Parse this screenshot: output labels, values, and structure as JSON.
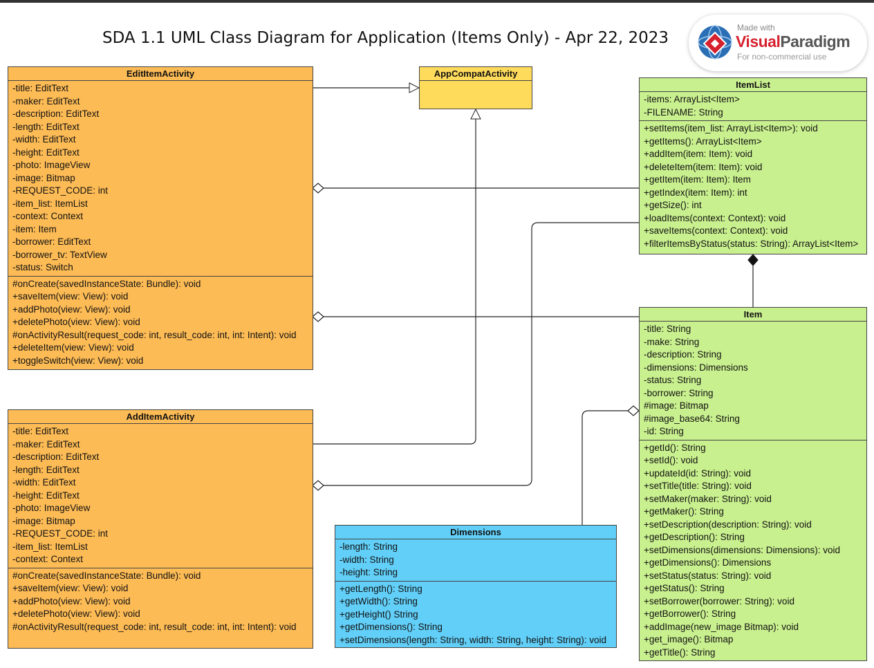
{
  "title": "SDA 1.1 UML Class Diagram for Application (Items Only) - Apr 22, 2023",
  "watermark": {
    "made_with": "Made with",
    "brand_visual": "Visual",
    "brand_paradigm": "Paradigm",
    "note": "For non-commercial use"
  },
  "colors": {
    "orange": "#fdbb55",
    "yellow": "#ffdb5c",
    "green": "#c9f08f",
    "blue": "#62cff8"
  },
  "classes": {
    "edit": {
      "name": "EditItemActivity",
      "attributes": [
        "-title: EditText",
        "-maker: EditText",
        "-description: EditText",
        "-length: EditText",
        "-width: EditText",
        "-height: EditText",
        "-photo: ImageView",
        "-image: Bitmap",
        "-REQUEST_CODE: int",
        "-item_list: ItemList",
        "-context: Context",
        "-item: Item",
        "-borrower: EditText",
        "-borrower_tv: TextView",
        "-status: Switch"
      ],
      "operations": [
        "#onCreate(savedInstanceState: Bundle): void",
        "+saveItem(view: View): void",
        "+addPhoto(view: View): void",
        "+deletePhoto(view: View): void",
        "#onActivityResult(request_code: int, result_code: int, int: Intent): void",
        "+deleteItem(view: View): void",
        "+toggleSwitch(view: View): void"
      ]
    },
    "appcompat": {
      "name": "AppCompatActivity"
    },
    "itemlist": {
      "name": "ItemList",
      "attributes": [
        "-items: ArrayList<Item>",
        "-FILENAME: String"
      ],
      "operations": [
        "+setItems(item_list: ArrayList<Item>): void",
        "+getItems(): ArrayList<Item>",
        "+addItem(item: Item): void",
        "+deleteItem(item: Item): void",
        "+getItem(item: Item): Item",
        "+getIndex(item: Item): int",
        "+getSize(): int",
        "+loadItems(context: Context): void",
        "+saveItems(context: Context): void",
        "+filterItemsByStatus(status: String): ArrayList<Item>"
      ]
    },
    "item": {
      "name": "Item",
      "attributes": [
        "-title: String",
        "-make: String",
        "-description: String",
        "-dimensions: Dimensions",
        "-status: String",
        "-borrower: String",
        "#image: Bitmap",
        "#image_base64: String",
        "-id: String"
      ],
      "operations": [
        "+getId(): String",
        "+setId(): void",
        "+updateId(id: String): void",
        "+setTitle(title: String): void",
        "+setMaker(maker: String): void",
        "+getMaker(): String",
        "+setDescription(description: String): void",
        "+getDescription(): String",
        "+setDimensions(dimensions: Dimensions): void",
        "+getDimensions(): Dimensions",
        "+setStatus(status: String): void",
        "+getStatus(): String",
        "+setBorrower(borrower: String): void",
        "+getBorrower(): String",
        "+addImage(new_image Bitmap): void",
        "+get_image(): Bitmap",
        "+getTitle(): String"
      ]
    },
    "add": {
      "name": "AddItemActivity",
      "attributes": [
        "-title: EditText",
        "-maker: EditText",
        "-description: EditText",
        "-length: EditText",
        "-width: EditText",
        "-height: EditText",
        "-photo: ImageView",
        "-image: Bitmap",
        "-REQUEST_CODE: int",
        "-item_list: ItemList",
        "-context: Context"
      ],
      "operations": [
        "#onCreate(savedInstanceState: Bundle): void",
        "+saveItem(view: View): void",
        "+addPhoto(view: View): void",
        "+deletePhoto(view: View): void",
        "#onActivityResult(request_code: int, result_code: int, int: Intent): void"
      ]
    },
    "dimensions": {
      "name": "Dimensions",
      "attributes": [
        "-length: String",
        "-width: String",
        "-height: String"
      ],
      "operations": [
        "+getLength(): String",
        "+getWidth(): String",
        "+getHeight() String",
        "+getDimensions(): String",
        "+setDimensions(length: String, width: String, height: String): void"
      ]
    }
  },
  "relationships": [
    {
      "from": "EditItemActivity",
      "to": "AppCompatActivity",
      "type": "generalization"
    },
    {
      "from": "AddItemActivity",
      "to": "AppCompatActivity",
      "type": "generalization"
    },
    {
      "from": "EditItemActivity",
      "to": "ItemList",
      "type": "aggregation"
    },
    {
      "from": "EditItemActivity",
      "to": "Item",
      "type": "aggregation"
    },
    {
      "from": "AddItemActivity",
      "to": "ItemList",
      "type": "aggregation"
    },
    {
      "from": "ItemList",
      "to": "Item",
      "type": "composition"
    },
    {
      "from": "Item",
      "to": "Dimensions",
      "type": "aggregation"
    }
  ]
}
